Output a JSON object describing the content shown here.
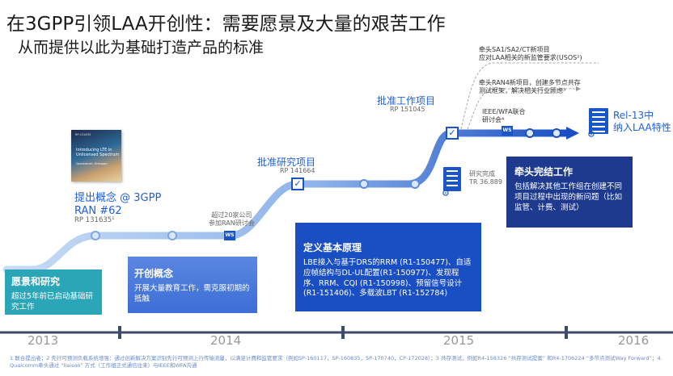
{
  "title_line1": "在3GPP引领LAA开创性：需要愿景及大量的艰苦工作",
  "title_line2": "从而提供以此为基础打造产品的标准",
  "paper_cover": {
    "header": "RP-131635",
    "title_line1": "Introducing LTE in",
    "title_line2": "Unlicensed Spectrum",
    "subtitle": "Qualcomm, Ericsson"
  },
  "milestones": {
    "proposal": {
      "title_line1": "提出概念 @ 3GPP",
      "title_line2": "RAN #62",
      "ref": "RP 131635¹"
    },
    "workshop": {
      "line1": "超过20家公司",
      "line2": "参加RAN研讨会",
      "badge": "WS"
    },
    "study_item": {
      "title": "批准研究项目",
      "ref": "RP 141664"
    },
    "study_done": {
      "line1": "研究完成",
      "line2": "TR 36.889"
    },
    "work_item": {
      "title": "批准工作项目",
      "ref": "RP 151045"
    },
    "sa_item": {
      "line1": "牵头SA1/SA2/CT新项目",
      "line2": "应对LAA相关的新监管要求(USOS²)"
    },
    "ran4_item": {
      "line1": "牵头RAN4新项目，创建多节点共存",
      "line2": "测试框架，解决相关行业顾虑³"
    },
    "ieee_ws": {
      "line1": "IEEE/WFA联合",
      "line2": "研讨会⁴",
      "badge": "WS"
    },
    "rel13": {
      "line1": "Rel-13中",
      "line2": "纳入LAA特性"
    }
  },
  "boxes": {
    "research": {
      "title": "愿景和研究",
      "body": "超过5年前已启动基础研究工作"
    },
    "pioneer": {
      "title": "开创概念",
      "body": "开展大量教育工作，需克服初期的抵触"
    },
    "principles": {
      "title": "定义基本原理",
      "body": "LBE接入与基于DRS的RRM (R1-150477)、自适应帧结构与DL-UL配置(R1-150977)、发现程序、RRM、CQI (R1-150998)、预留信号设计(R1-151406)、多载波LBT (R1-152784)"
    },
    "complete": {
      "title": "牵头完结工作",
      "body": "包括解决其他工作组在创建不同项目过程中出现的新问题（比如监管、计费、测试）"
    }
  },
  "years": [
    "2013",
    "2014",
    "2015",
    "2016"
  ],
  "footnote": "1 联合提出者；2 先行可预测负载系统增强：通过创新解决方案识别先行可预测上行传输流量，以满足计费和监管要求（例如SP-160117，SP-160835，SP-170740，CP-172028）；3 共存测试，例如R4-158326 “共存测试提案” 和R4-1706224 “多节点测试Way Forward”；4. Qualcomm牵头通过 “liaison” 方式（工作组正式通信往来）与IEEE和WFA沟通",
  "colors": {
    "blue_dark": "#1a4fc4",
    "blue_mid": "#3a6fd8",
    "teal": "#2aa6b8",
    "navy": "#1d3a8f",
    "path": "#a9c6ee"
  },
  "icons": [
    "check-icon",
    "document-icon",
    "gear-icon",
    "arrow-icon"
  ]
}
